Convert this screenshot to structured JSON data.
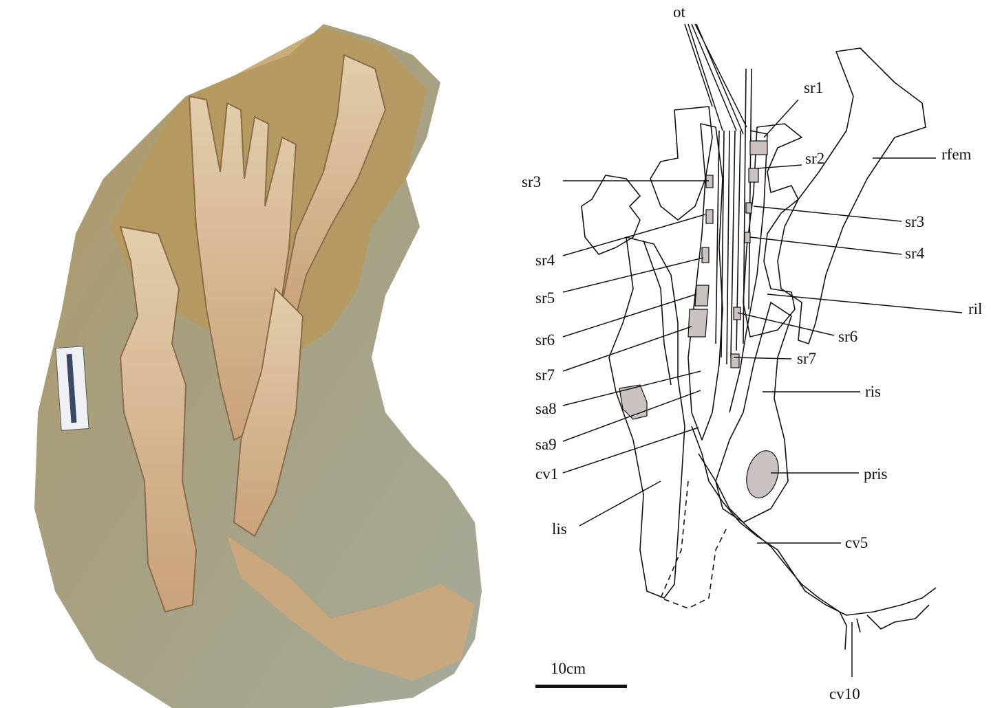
{
  "figure": {
    "photo_panel": {
      "description_label": "fossil-photo"
    },
    "drawing_panel": {
      "labels": {
        "ot": "ot",
        "sr1": "sr1",
        "sr2": "sr2",
        "rfem": "rfem",
        "sr3_left": "sr3",
        "sr3_right": "sr3",
        "sr4_left": "sr4",
        "sr4_right": "sr4",
        "sr5": "sr5",
        "ril": "ril",
        "sr6_left": "sr6",
        "sr6_right": "sr6",
        "sr7_left": "sr7",
        "sr7_right": "sr7",
        "ris": "ris",
        "sa8": "sa8",
        "sa9": "sa9",
        "cv1": "cv1",
        "pris": "pris",
        "lis": "lis",
        "cv5": "cv5",
        "cv10": "cv10"
      },
      "scale_bar": {
        "label": "10cm"
      }
    },
    "colors": {
      "bone_shading": "#c9c2c1",
      "matrix": "#a9ab98",
      "bone": "#d8b992"
    }
  }
}
